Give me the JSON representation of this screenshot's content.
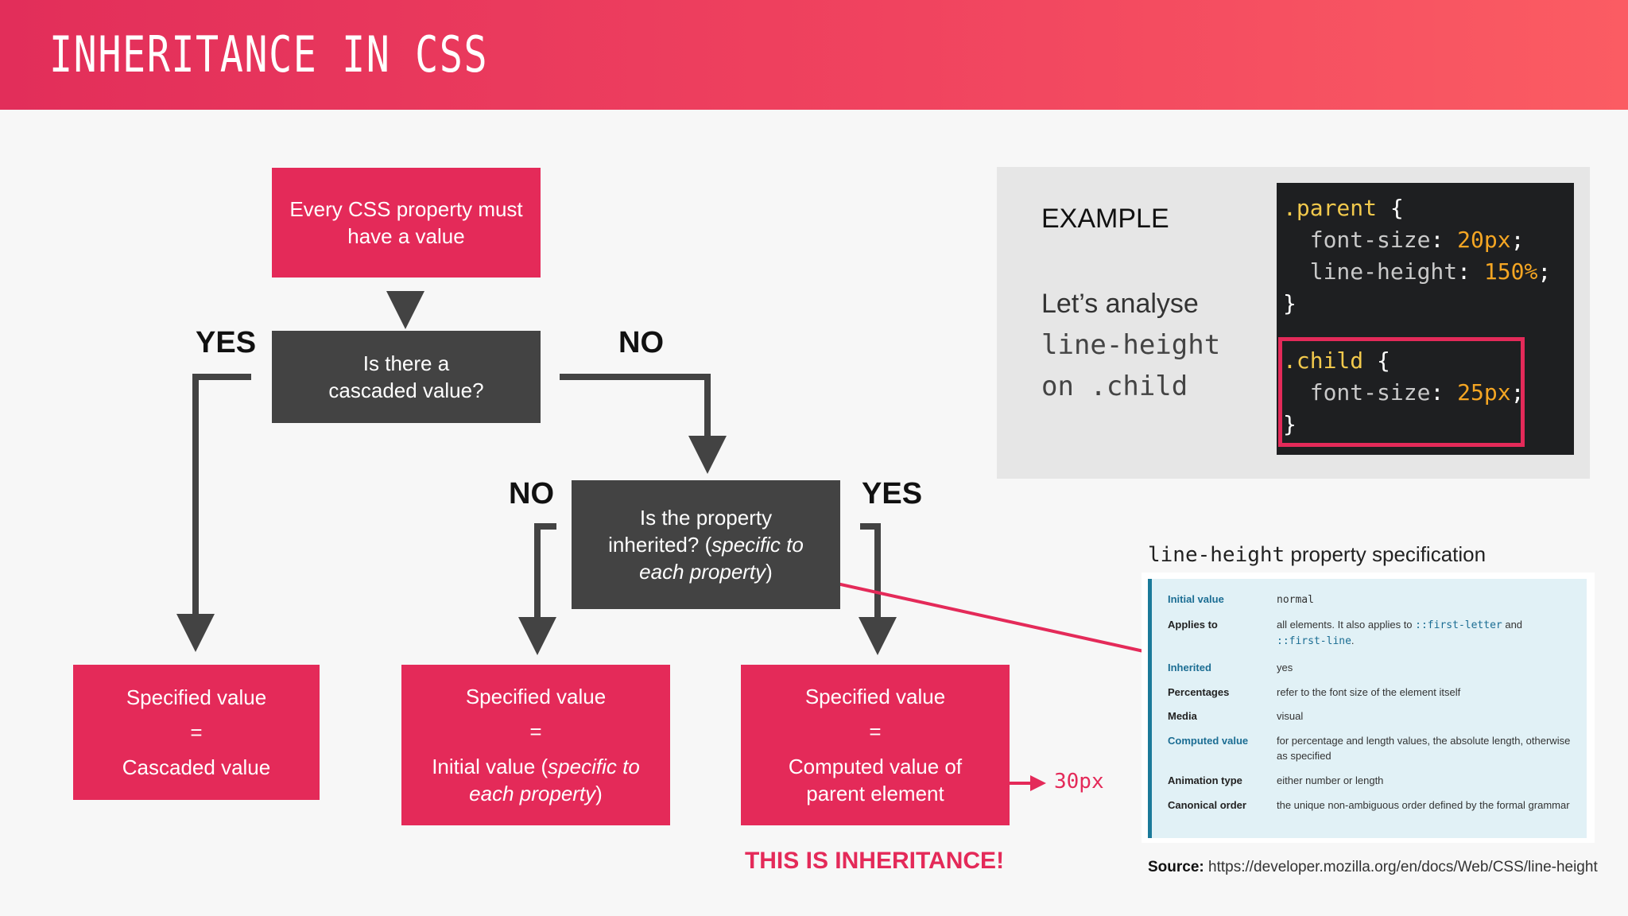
{
  "header": {
    "title": "INHERITANCE IN CSS"
  },
  "flow": {
    "start": {
      "lines": [
        "Every CSS property must",
        "have a value"
      ]
    },
    "q_cascaded": {
      "lines": [
        "Is there a",
        "cascaded value?"
      ]
    },
    "q_inherited": {
      "line1": "Is the property",
      "line2_plain": "inherited? (",
      "line2_italic": "specific to",
      "line3_italic": "each property",
      "line3_end": ")"
    },
    "labels": {
      "yes_left": "YES",
      "no_top": "NO",
      "no_mid": "NO",
      "yes_mid": "YES"
    },
    "result_cascaded": {
      "top": "Specified value",
      "eq": "=",
      "bottom": "Cascaded value"
    },
    "result_initial": {
      "top": "Specified value",
      "eq": "=",
      "line1_plain": "Initial value (",
      "line1_italic": "specific to",
      "line2_italic": "each property",
      "line2_end": ")"
    },
    "result_computed": {
      "top": "Specified value",
      "eq": "=",
      "lines": [
        "Computed value of",
        "parent element"
      ]
    },
    "result_value": "30px",
    "inheritance_note": "THIS IS INHERITANCE!"
  },
  "example": {
    "label": "EXAMPLE",
    "desc_line1": "Let’s analyse",
    "desc_line2": "line-height",
    "desc_line3_plain": "on ",
    "desc_line3_mono": ".child",
    "code": {
      "l1_sel": ".parent",
      "l1_brace": " {",
      "l2_prop": "  font-size",
      "l2_colon": ": ",
      "l2_val": "20px",
      "l2_end": ";",
      "l3_prop": "  line-height",
      "l3_colon": ": ",
      "l3_val": "150%",
      "l3_end": ";",
      "l4": "}",
      "l5_sel": ".child",
      "l5_brace": " {",
      "l6_prop": "  font-size",
      "l6_colon": ": ",
      "l6_val": "25px",
      "l6_end": ";",
      "l7": "}"
    }
  },
  "spec": {
    "title_mono": "line-height",
    "title_rest": " property specification",
    "rows": [
      {
        "key": "Initial value",
        "val_mono": "normal"
      },
      {
        "key": "Applies to",
        "val": "all elements. It also applies to ",
        "val_code1": "::first-letter",
        "val_mid": " and",
        "val_code2": "::first-line",
        "val_end": "."
      },
      {
        "key": "Inherited",
        "val": "yes"
      },
      {
        "key": "Percentages",
        "val": "refer to the font size of the element itself"
      },
      {
        "key": "Media",
        "val": "visual"
      },
      {
        "key": "Computed value",
        "val": "for percentage and length values, the absolute length, otherwise as specified"
      },
      {
        "key": "Animation type",
        "val": "either number or length"
      },
      {
        "key": "Canonical order",
        "val": "the unique non-ambiguous order defined by the formal grammar"
      }
    ]
  },
  "source": {
    "label": "Source:",
    "url": " https://developer.mozilla.org/en/docs/Web/CSS/line-height"
  },
  "colors": {
    "accent": "#e42a59",
    "dark_box": "#434343",
    "code_bg": "#1e1f21",
    "spec_bg": "#e1f1f6"
  }
}
